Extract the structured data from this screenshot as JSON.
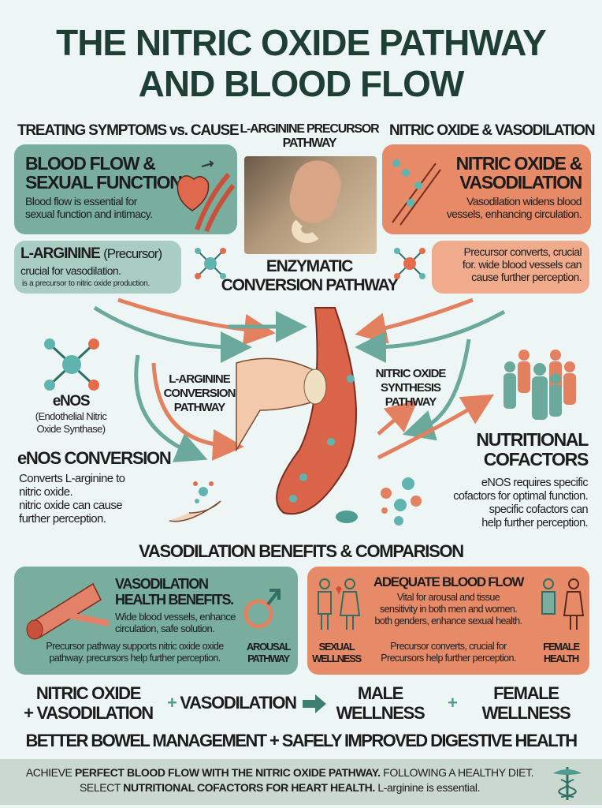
{
  "title": {
    "line1": "THE NITRIC OXIDE PATHWAY",
    "line2": "AND BLOOD FLOW"
  },
  "headers": {
    "left": "TREATING SYMPTOMS vs. CAUSE",
    "center_line1": "L-ARGININE PRECURSOR",
    "center_line2": "PATHWAY",
    "right": "NITRIC OXIDE & VASODILATION"
  },
  "blood_flow_box": {
    "title_line1": "BLOOD FLOW &",
    "title_line2": "SEXUAL FUNCTION",
    "text_line1": "Blood flow is essential for",
    "text_line2": "sexual function and intimacy."
  },
  "no_box": {
    "title_line1": "NITRIC OXIDE &",
    "title_line2": "VASODILATION",
    "text_line1": "Vasodilation widens blood",
    "text_line2": "vessels, enhancing circulation."
  },
  "larginine_box": {
    "title": "L-ARGININE",
    "title_suffix": "(Precursor)",
    "text": "crucial for vasodilation.",
    "small": "is a precursor to nitric oxide production."
  },
  "precursor_box": {
    "line1": "Precursor converts, crucial",
    "line2": "for. wide blood vessels can",
    "line3": "cause further perception."
  },
  "enzymatic": {
    "line1": "ENZYMATIC",
    "line2": "CONVERSION PATHWAY"
  },
  "labels": {
    "larg_conv": [
      "L-ARGININE",
      "CONVERSION",
      "PATHWAY"
    ],
    "no_synth": [
      "NITRIC OXIDE",
      "SYNTHESIS",
      "PATHWAY"
    ]
  },
  "enos": {
    "name": "eNOS",
    "full_line1": "(Endothelial Nitric",
    "full_line2": "Oxide Synthase)",
    "heading": "eNOS CONVERSION",
    "text": [
      "Converts L-arginine to",
      "nitric oxide.",
      "nitric oxide can cause",
      "further perception."
    ]
  },
  "cofactors": {
    "heading_line1": "NUTRITIONAL",
    "heading_line2": "COFACTORS",
    "text": [
      "eNOS requires specific",
      "cofactors for optimal function.",
      "specific cofactors can",
      "help further perception."
    ]
  },
  "section_title": "VASODILATION BENEFITS & COMPARISON",
  "vaso_box": {
    "title_line1": "VASODILATION",
    "title_line2": "HEALTH BENEFITS.",
    "text_line1": "Wide blood vessels, enhance",
    "text_line2": "circulation, safe solution.",
    "foot_line1": "Precursor pathway supports nitric oxide oxide",
    "foot_line2": "pathway. precursors help further perception.",
    "arousal_line1": "AROUSAL",
    "arousal_line2": "PATHWAY"
  },
  "blood_box": {
    "title": "ADEQUATE BLOOD FLOW",
    "text": [
      "Vital for arousal and tissue",
      "sensitivity in both men and women.",
      "both genders, enhance sexual health."
    ],
    "foot_line1": "Precursor converts, crucial for",
    "foot_line2": "Precursors help further perception.",
    "sexual_line1": "SEXUAL",
    "sexual_line2": "WELLNESS",
    "female_line1": "FEMALE",
    "female_line2": "HEALTH"
  },
  "equation": {
    "a_line1": "NITRIC OXIDE",
    "a_line2": "+ VASODILATION",
    "plus": "+",
    "b": "VASODILATION",
    "c_line1": "MALE",
    "c_line2": "WELLNESS",
    "d_line1": "FEMALE",
    "d_line2": "WELLNESS"
  },
  "bowel": "BETTER BOWEL MANAGEMENT + SAFELY IMPROVED DIGESTIVE HEALTH",
  "footer": {
    "p1": "ACHIEVE ",
    "b1": "PERFECT BLOOD FLOW WITH THE NITRIC OXIDE PATHWAY.",
    "p2": " FOLLOWING A HEALTHY DIET. SELECT ",
    "b2": "NUTRITIONAL COFACTORS FOR HEART HEALTH.",
    "p3": " L-arginine is essential."
  },
  "colors": {
    "teal": "#79ae9f",
    "orange": "#e68a67",
    "title": "#1f3f35",
    "vessel": "#d9644a"
  }
}
